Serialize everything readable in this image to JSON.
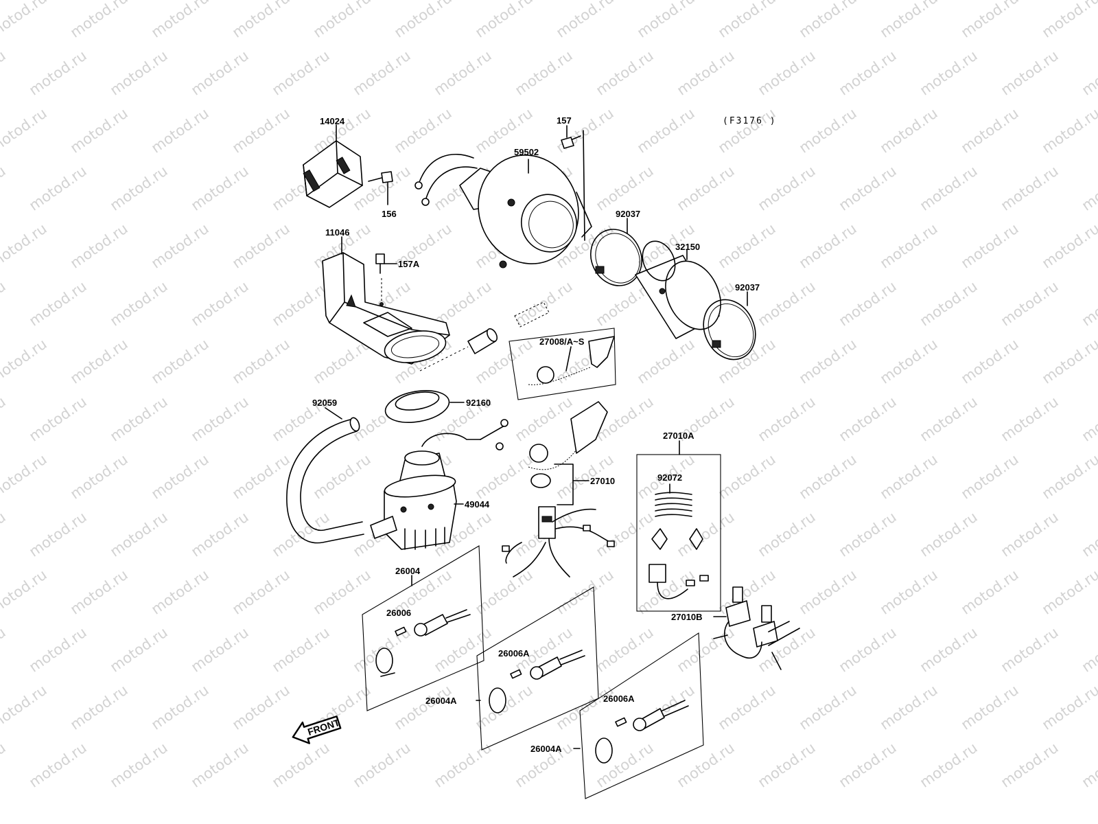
{
  "watermark": {
    "text": "motod.ru"
  },
  "diagram": {
    "ref_code": "(F3176 )",
    "front_arrow": "FRONT",
    "parts": {
      "p14024": "14024",
      "p156": "156",
      "p59502": "59502",
      "p157": "157",
      "p92037a": "92037",
      "p32150": "32150",
      "p92037b": "92037",
      "p11046": "11046",
      "p157A": "157A",
      "p27008": "27008/A~S",
      "p92059": "92059",
      "p92160": "92160",
      "p27010A": "27010A",
      "p92072": "92072",
      "p27010": "27010",
      "p49044": "49044",
      "p26004": "26004",
      "p26006": "26006",
      "p26006A_1": "26006A",
      "p26004A_1": "26004A",
      "p27010B": "27010B",
      "p26006A_2": "26006A",
      "p26004A_2": "26004A"
    }
  }
}
